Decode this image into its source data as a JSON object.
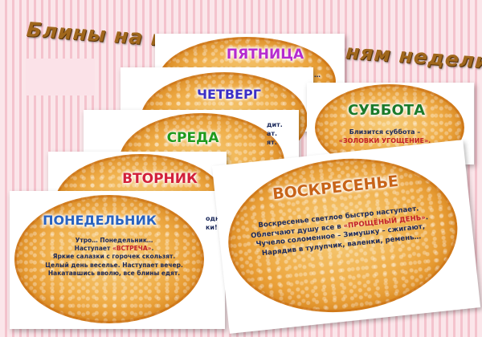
{
  "page": {
    "title": "Блины на масленицу по дням недели"
  },
  "colors": {
    "title": "#a0671c",
    "pancake": "#f0b04c",
    "poem_text": "#1c2a5c",
    "highlight": "#c2202a",
    "friday": "#b52bcf",
    "thursday": "#3b2fc7",
    "wednesday": "#1f9a1c",
    "tuesday": "#d2203a",
    "monday": "#2a63c0",
    "saturday": "#1c7a2a",
    "sunday": "#c86418"
  },
  "days": {
    "friday": {
      "name": "ПЯТНИЦА",
      "lines": [
        "…"
      ]
    },
    "thursday": {
      "name": "ЧЕТВЕРГ"
    },
    "wednesday": {
      "name": "СРЕДА",
      "lines": [
        "дит.",
        "ат.",
        "ят."
      ]
    },
    "tuesday": {
      "name": "ВТОРНИК",
      "lines": [
        "одни",
        "ки!"
      ]
    },
    "monday": {
      "name": "ПОНЕДЕЛЬНИК",
      "lines": [
        "Утро… Понедельник…",
        [
          "Наступает ",
          "«ВСТРЕЧА»",
          "."
        ],
        "Яркие салазки с горочек скользят.",
        "Целый день веселье. Наступает вечер.",
        "Накатавшись вволю, все блины едят."
      ]
    },
    "saturday": {
      "name": "СУББОТА",
      "lines": [
        "Близится суббота –",
        "«ЗОЛОВКИ УГОЩЕНИЕ»."
      ]
    },
    "sunday": {
      "name": "ВОСКРЕСЕНЬЕ",
      "lines": [
        "Воскресенье светлое быстро наступает.",
        [
          "Облегчают душу все в ",
          "«ПРОЩЁНЫЙ ДЕНЬ»",
          "."
        ],
        "Чучело соломенное – Зимушку – сжигают,",
        "Нарядив в тулупчик, валенки, ремень…"
      ]
    }
  }
}
